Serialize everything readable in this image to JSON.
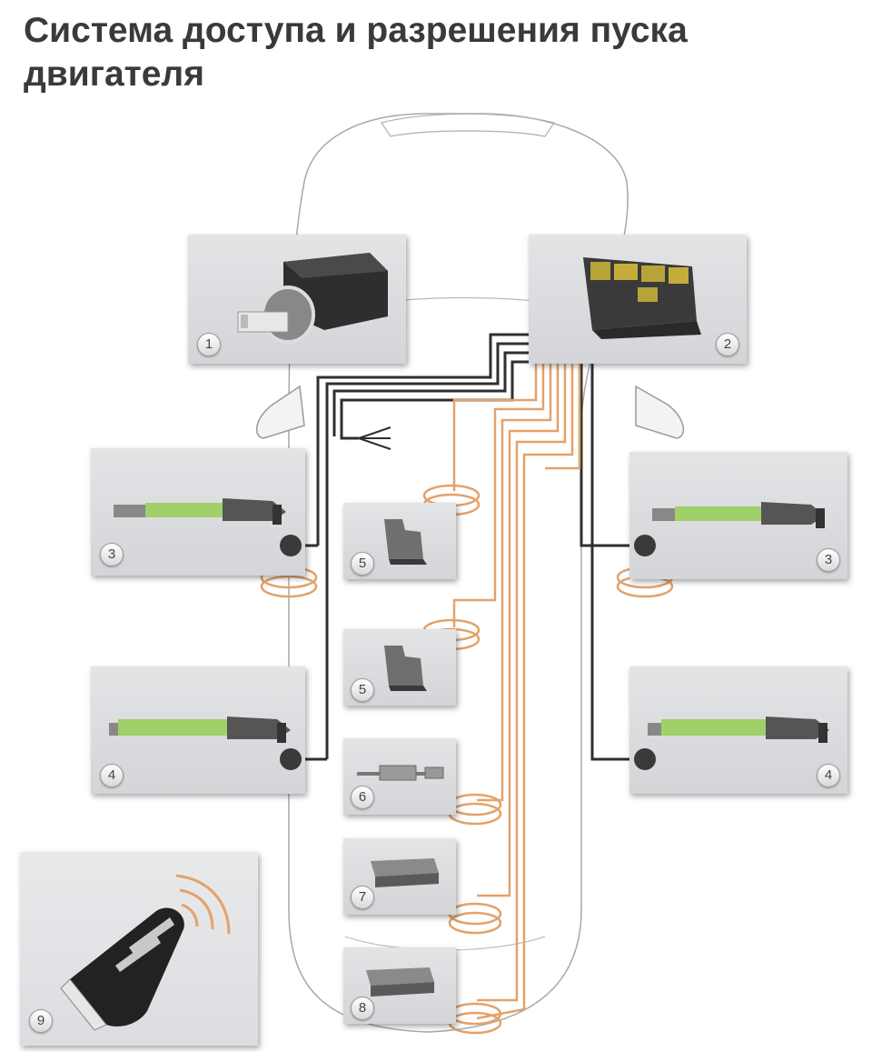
{
  "title": "Система доступа и разрешения пуска двигателя",
  "components": [
    {
      "number": "1"
    },
    {
      "number": "2"
    },
    {
      "number": "3"
    },
    {
      "number": "3"
    },
    {
      "number": "4"
    },
    {
      "number": "4"
    },
    {
      "number": "5"
    },
    {
      "number": "5"
    },
    {
      "number": "6"
    },
    {
      "number": "7"
    },
    {
      "number": "8"
    },
    {
      "number": "9"
    }
  ],
  "colors": {
    "wire_dark": "#2f2f2f",
    "wire_orange": "#e3a26a",
    "car_outline": "#9a9a9a",
    "antenna_green": "#9fd06a",
    "panel_bg": "#d8d9dc"
  }
}
